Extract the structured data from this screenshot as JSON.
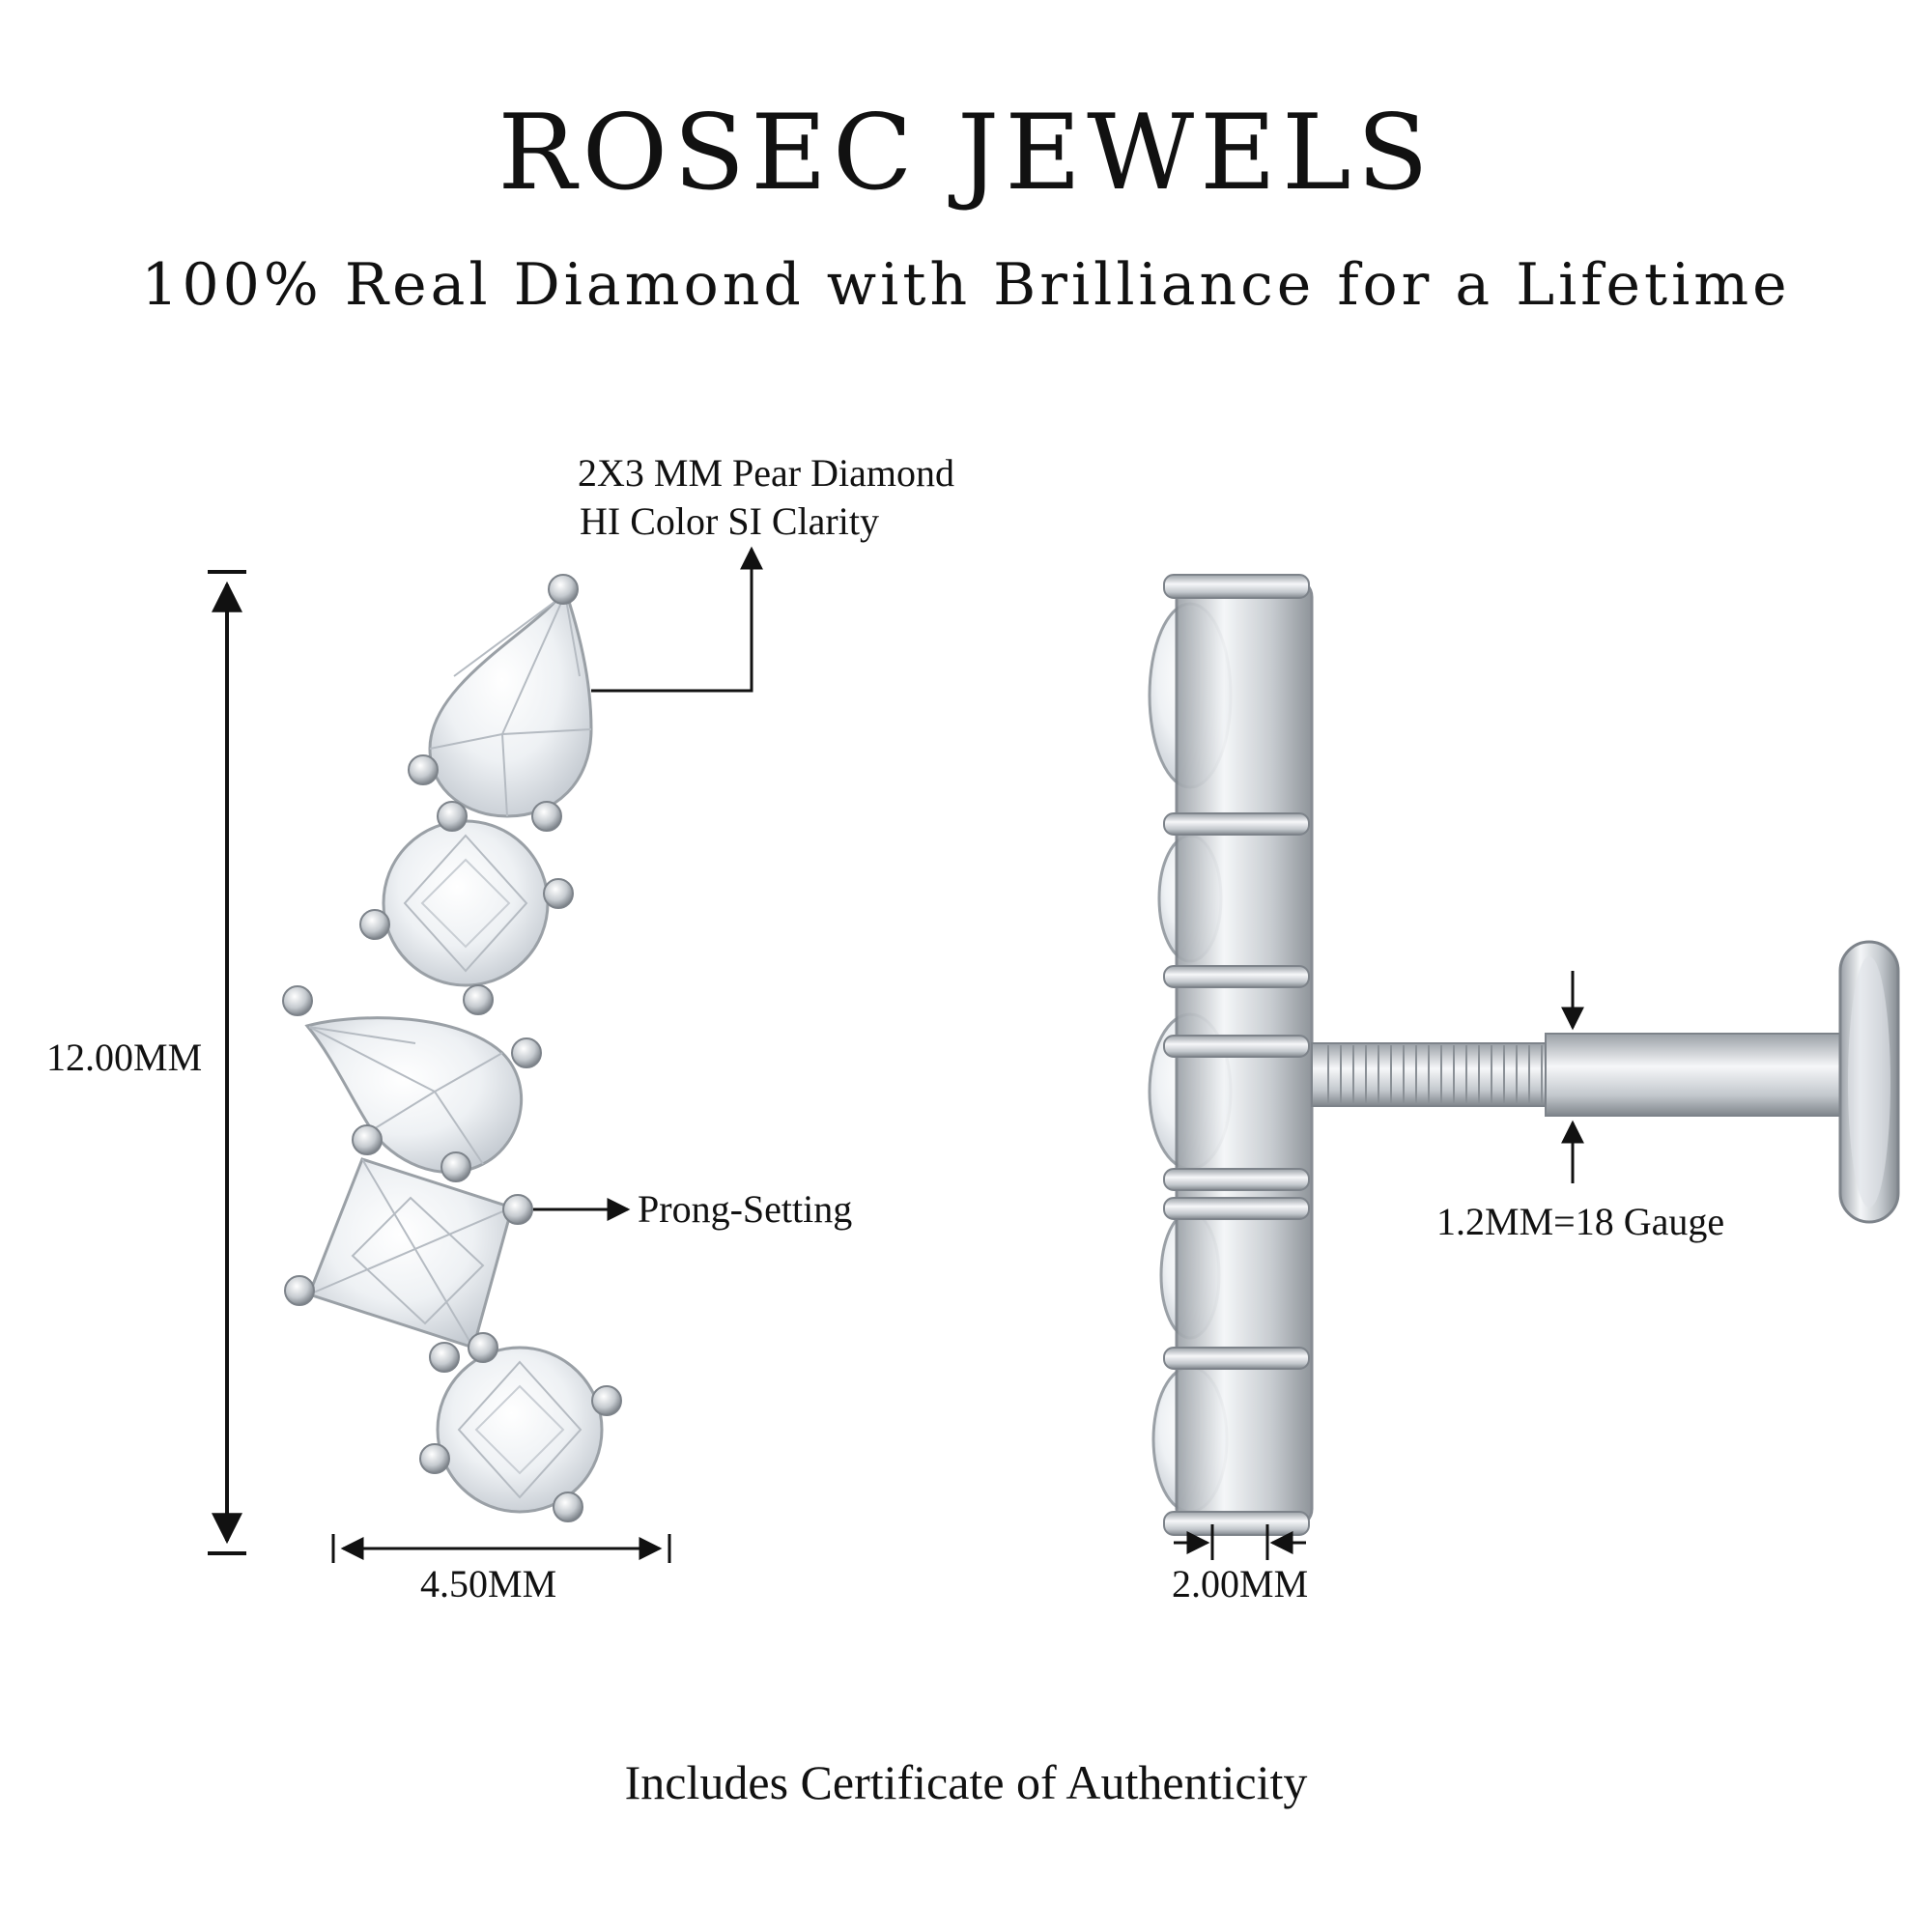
{
  "header": {
    "brand": "ROSEC JEWELS",
    "tagline": "100% Real Diamond with Brilliance for a Lifetime"
  },
  "annotations": {
    "pear_line1": "2X3 MM Pear Diamond",
    "pear_line2": "HI Color SI Clarity",
    "height": "12.00MM",
    "prong": "Prong-Setting",
    "width": "4.50MM",
    "depth": "2.00MM",
    "gauge": "1.2MM=18 Gauge"
  },
  "footer": {
    "certificate": "Includes Certificate of Authenticity"
  },
  "colors": {
    "text": "#111111",
    "metal": "#c9cdd2",
    "metal_dark": "#8d9399",
    "stone": "#eef1f4"
  }
}
